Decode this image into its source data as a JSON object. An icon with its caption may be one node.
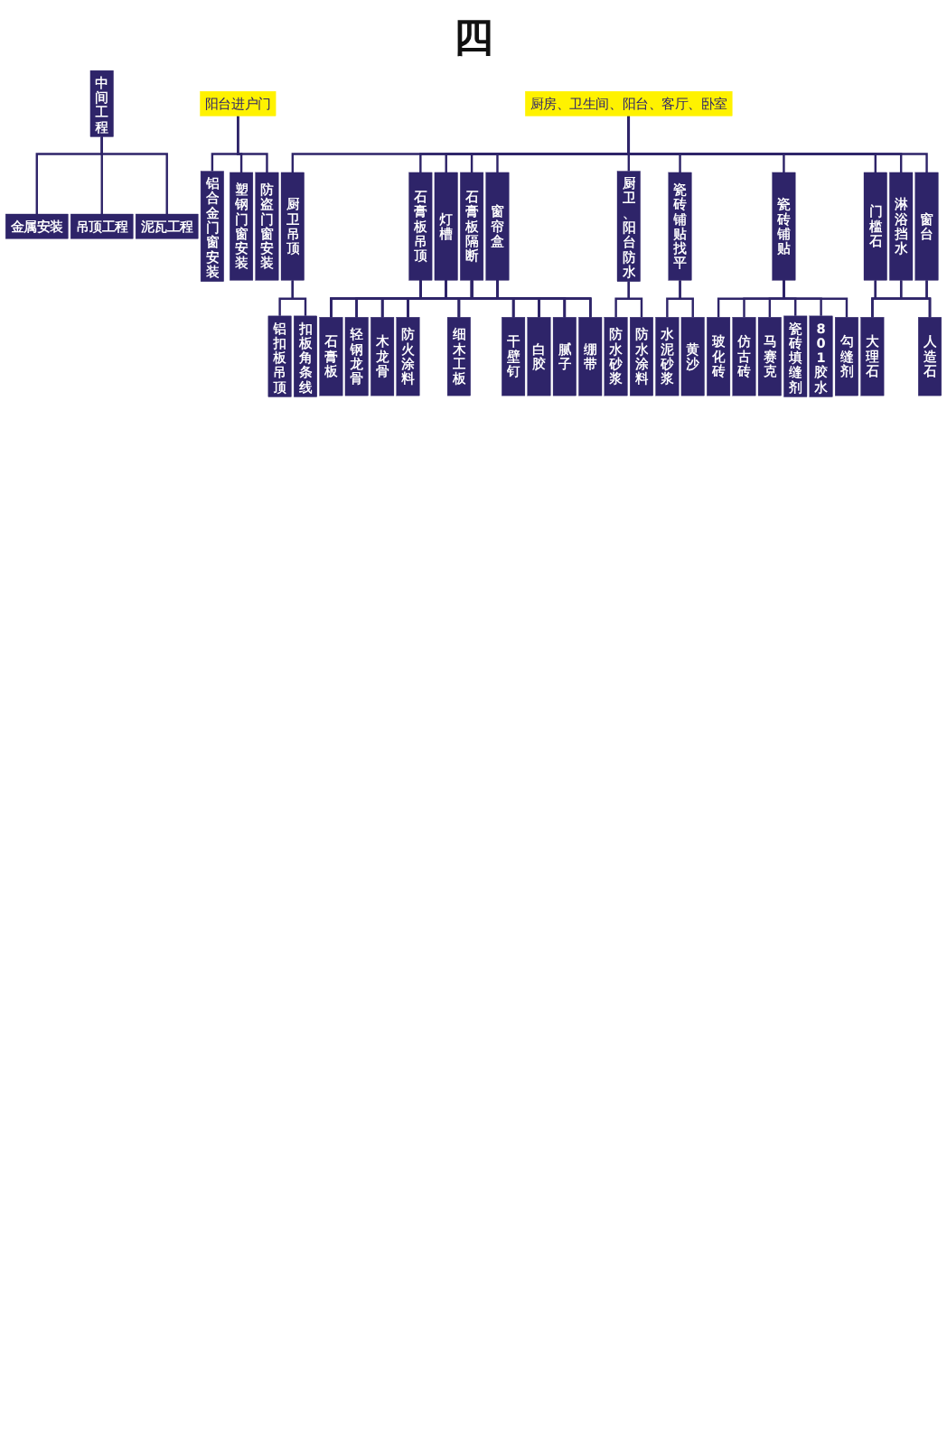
{
  "diagram": {
    "title": "四",
    "nodes": [
      {
        "text": [
          "中间工程"
        ]
      },
      {
        "text": [
          "金属安装"
        ]
      },
      {
        "text": [
          "吊顶工程"
        ]
      },
      {
        "text": [
          "泥瓦工程"
        ]
      },
      {
        "text": [
          "阳台进户门"
        ]
      },
      {
        "text": [
          "厨房、卫生间、阳台、客厅、卧室"
        ]
      },
      {
        "text": [
          "铝合金门窗安装"
        ]
      },
      {
        "text": [
          "塑钢门窗安装"
        ]
      },
      {
        "text": [
          "防盗门窗安装"
        ]
      },
      {
        "text": [
          "厨卫吊顶"
        ]
      },
      {
        "text": [
          "石膏板吊顶"
        ]
      },
      {
        "text": [
          "灯槽"
        ]
      },
      {
        "text": [
          "石膏板隔断"
        ]
      },
      {
        "text": [
          "窗帘盒"
        ]
      },
      {
        "text": [
          "厨卫、阳台防水"
        ]
      },
      {
        "text": [
          "瓷砖铺贴找平"
        ]
      },
      {
        "text": [
          "瓷砖铺贴"
        ]
      },
      {
        "text": [
          "门槛石"
        ]
      },
      {
        "text": [
          "淋浴挡水"
        ]
      },
      {
        "text": [
          "窗台"
        ]
      },
      {
        "text": [
          "铝扣板吊顶"
        ]
      },
      {
        "text": [
          "扣板角条线"
        ]
      },
      {
        "text": [
          "石膏板"
        ]
      },
      {
        "text": [
          "轻钢龙骨"
        ]
      },
      {
        "text": [
          "木龙骨"
        ]
      },
      {
        "text": [
          "防火涂料"
        ]
      },
      {
        "text": [
          "细木工板"
        ]
      },
      {
        "text": [
          "干壁钉"
        ]
      },
      {
        "text": [
          "白胶"
        ]
      },
      {
        "text": [
          "腻子"
        ]
      },
      {
        "text": [
          "绷带"
        ]
      },
      {
        "text": [
          "大理石"
        ]
      },
      {
        "text": [
          "人造石"
        ]
      },
      {
        "text": [
          "防水砂浆"
        ]
      },
      {
        "text": [
          "防水涂料"
        ]
      },
      {
        "text": [
          "水泥砂浆"
        ]
      },
      {
        "text": [
          "黄沙"
        ]
      },
      {
        "text": [
          "玻化砖"
        ]
      },
      {
        "text": [
          "仿古砖"
        ]
      },
      {
        "text": [
          "马赛克"
        ]
      },
      {
        "text": [
          "瓷砖填缝剂"
        ]
      },
      {
        "text": [
          "801胶水"
        ]
      },
      {
        "text": [
          "勾缝剂"
        ]
      }
    ],
    "edges": [
      {
        "from": 0,
        "to": 1,
        "arrow": "none"
      },
      {
        "from": 0,
        "to": 2,
        "arrow": "none"
      },
      {
        "from": 0,
        "to": 3,
        "arrow": "none"
      },
      {
        "from": 4,
        "to": 6,
        "arrow": "none"
      },
      {
        "from": 4,
        "to": 7,
        "arrow": "none"
      },
      {
        "from": 4,
        "to": 8,
        "arrow": "none"
      },
      {
        "from": 5,
        "to": 9,
        "arrow": "none"
      },
      {
        "from": 5,
        "to": 10,
        "arrow": "none"
      },
      {
        "from": 5,
        "to": 11,
        "arrow": "none"
      },
      {
        "from": 5,
        "to": 12,
        "arrow": "none"
      },
      {
        "from": 5,
        "to": 13,
        "arrow": "none"
      },
      {
        "from": 5,
        "to": 14,
        "arrow": "none"
      },
      {
        "from": 5,
        "to": 15,
        "arrow": "none"
      },
      {
        "from": 5,
        "to": 16,
        "arrow": "none"
      },
      {
        "from": 5,
        "to": 17,
        "arrow": "none"
      },
      {
        "from": 5,
        "to": 18,
        "arrow": "none"
      },
      {
        "from": 5,
        "to": 19,
        "arrow": "none"
      },
      {
        "from": 9,
        "to": 20,
        "arrow": "none"
      },
      {
        "from": 9,
        "to": 21,
        "arrow": "none"
      },
      {
        "from": 10,
        "to": 22,
        "arrow": "none"
      },
      {
        "from": 10,
        "to": 23,
        "arrow": "none"
      },
      {
        "from": 10,
        "to": 24,
        "arrow": "none"
      },
      {
        "from": 10,
        "to": 25,
        "arrow": "none"
      },
      {
        "from": 10,
        "to": 26,
        "arrow": "none"
      },
      {
        "from": 10,
        "to": 27,
        "arrow": "none"
      },
      {
        "from": 10,
        "to": 28,
        "arrow": "none"
      },
      {
        "from": 10,
        "to": 29,
        "arrow": "none"
      },
      {
        "from": 10,
        "to": 30,
        "arrow": "none"
      },
      {
        "from": 11,
        "to": 22,
        "arrow": "none"
      },
      {
        "from": 11,
        "to": 23,
        "arrow": "none"
      },
      {
        "from": 11,
        "to": 24,
        "arrow": "none"
      },
      {
        "from": 11,
        "to": 25,
        "arrow": "none"
      },
      {
        "from": 11,
        "to": 26,
        "arrow": "none"
      },
      {
        "from": 11,
        "to": 27,
        "arrow": "none"
      },
      {
        "from": 11,
        "to": 28,
        "arrow": "none"
      },
      {
        "from": 11,
        "to": 29,
        "arrow": "none"
      },
      {
        "from": 11,
        "to": 30,
        "arrow": "none"
      },
      {
        "from": 12,
        "to": 22,
        "arrow": "none"
      },
      {
        "from": 12,
        "to": 23,
        "arrow": "none"
      },
      {
        "from": 12,
        "to": 24,
        "arrow": "none"
      },
      {
        "from": 12,
        "to": 25,
        "arrow": "none"
      },
      {
        "from": 12,
        "to": 26,
        "arrow": "none"
      },
      {
        "from": 12,
        "to": 27,
        "arrow": "none"
      },
      {
        "from": 12,
        "to": 28,
        "arrow": "none"
      },
      {
        "from": 12,
        "to": 29,
        "arrow": "none"
      },
      {
        "from": 12,
        "to": 30,
        "arrow": "none"
      },
      {
        "from": 13,
        "to": 22,
        "arrow": "none"
      },
      {
        "from": 13,
        "to": 23,
        "arrow": "none"
      },
      {
        "from": 13,
        "to": 24,
        "arrow": "none"
      },
      {
        "from": 13,
        "to": 25,
        "arrow": "none"
      },
      {
        "from": 13,
        "to": 26,
        "arrow": "none"
      },
      {
        "from": 13,
        "to": 27,
        "arrow": "none"
      },
      {
        "from": 13,
        "to": 28,
        "arrow": "none"
      },
      {
        "from": 13,
        "to": 29,
        "arrow": "none"
      },
      {
        "from": 13,
        "to": 30,
        "arrow": "none"
      },
      {
        "from": 14,
        "to": 33,
        "arrow": "none"
      },
      {
        "from": 14,
        "to": 34,
        "arrow": "none"
      },
      {
        "from": 15,
        "to": 35,
        "arrow": "none"
      },
      {
        "from": 15,
        "to": 36,
        "arrow": "none"
      },
      {
        "from": 16,
        "to": 37,
        "arrow": "none"
      },
      {
        "from": 16,
        "to": 38,
        "arrow": "none"
      },
      {
        "from": 16,
        "to": 39,
        "arrow": "none"
      },
      {
        "from": 16,
        "to": 40,
        "arrow": "none"
      },
      {
        "from": 16,
        "to": 41,
        "arrow": "none"
      },
      {
        "from": 16,
        "to": 42,
        "arrow": "none"
      },
      {
        "from": 17,
        "to": 31,
        "arrow": "none"
      },
      {
        "from": 17,
        "to": 32,
        "arrow": "none"
      },
      {
        "from": 18,
        "to": 31,
        "arrow": "none"
      },
      {
        "from": 18,
        "to": 32,
        "arrow": "none"
      },
      {
        "from": 19,
        "to": 31,
        "arrow": "none"
      },
      {
        "from": 19,
        "to": 32,
        "arrow": "none"
      }
    ]
  }
}
